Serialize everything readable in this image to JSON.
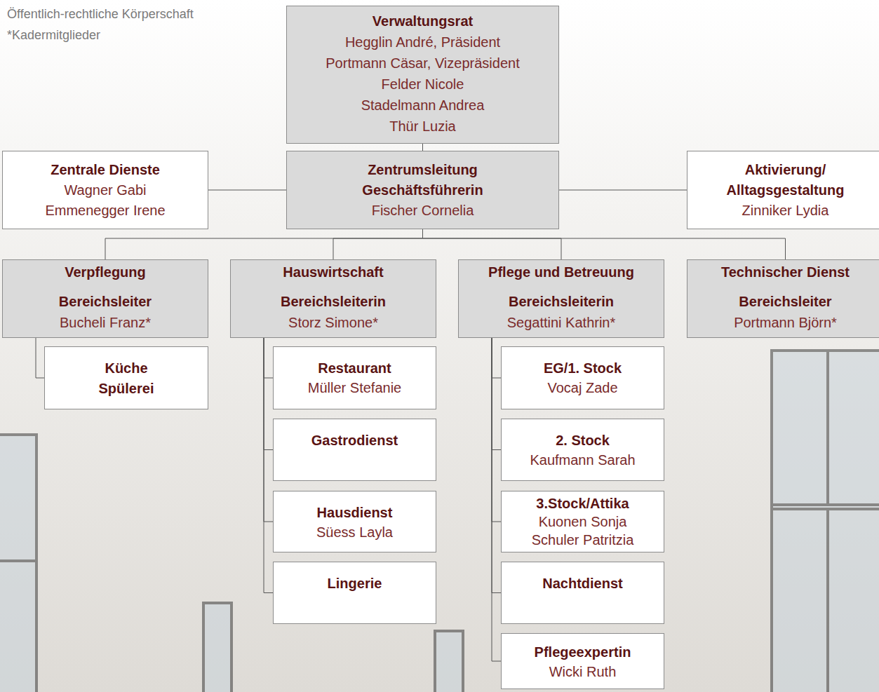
{
  "diagram": {
    "nodes": [
      {
        "text": [
          "Verwaltungsrat",
          "Hegglin André, Präsident",
          "Portmann Cäsar, Vizepräsident",
          "Felder Nicole",
          "Stadelmann Andrea",
          "Thür Luzia"
        ]
      },
      {
        "text": [
          "Zentrale Dienste",
          "Wagner Gabi",
          "Emmenegger Irene"
        ]
      },
      {
        "text": [
          "Zentrumsleitung",
          "Geschäftsführerin",
          "Fischer Cornelia"
        ]
      },
      {
        "text": [
          "Aktivierung/",
          "Alltagsgestaltung",
          "Zinniker Lydia"
        ]
      },
      {
        "text": [
          "Verpflegung",
          "Bereichsleiter",
          "Bucheli Franz*"
        ]
      },
      {
        "text": [
          "Hauswirtschaft",
          "Bereichsleiterin",
          "Storz Simone*"
        ]
      },
      {
        "text": [
          "Pflege und Betreuung",
          "Bereichsleiterin",
          "Segattini Kathrin*"
        ]
      },
      {
        "text": [
          "Technischer Dienst",
          "Bereichsleiter",
          "Portmann Björn*"
        ]
      },
      {
        "text": [
          "Küche",
          "Spülerei"
        ]
      },
      {
        "text": [
          "Restaurant",
          "Müller Stefanie"
        ]
      },
      {
        "text": [
          "Gastrodienst"
        ]
      },
      {
        "text": [
          "Hausdienst",
          "Süess Layla"
        ]
      },
      {
        "text": [
          "Lingerie"
        ]
      },
      {
        "text": [
          "EG/1. Stock",
          "Vocaj Zade"
        ]
      },
      {
        "text": [
          "2. Stock",
          "Kaufmann Sarah"
        ]
      },
      {
        "text": [
          "3.Stock/Attika",
          "Kuonen Sonja",
          "Schuler Patritzia"
        ]
      },
      {
        "text": [
          "Nachtdienst"
        ]
      },
      {
        "text": [
          "Pflegeexpertin",
          "Wicki Ruth"
        ]
      }
    ],
    "edges": [
      {
        "from": 0,
        "to": 2,
        "arrow": "none"
      },
      {
        "from": 2,
        "to": 1,
        "arrow": "none"
      },
      {
        "from": 2,
        "to": 3,
        "arrow": "none"
      },
      {
        "from": 2,
        "to": 4,
        "arrow": "none"
      },
      {
        "from": 2,
        "to": 5,
        "arrow": "none"
      },
      {
        "from": 2,
        "to": 6,
        "arrow": "none"
      },
      {
        "from": 2,
        "to": 7,
        "arrow": "none"
      },
      {
        "from": 4,
        "to": 8,
        "arrow": "none"
      },
      {
        "from": 5,
        "to": 9,
        "arrow": "none"
      },
      {
        "from": 5,
        "to": 10,
        "arrow": "none"
      },
      {
        "from": 5,
        "to": 11,
        "arrow": "none"
      },
      {
        "from": 5,
        "to": 12,
        "arrow": "none"
      },
      {
        "from": 6,
        "to": 13,
        "arrow": "none"
      },
      {
        "from": 6,
        "to": 14,
        "arrow": "none"
      },
      {
        "from": 6,
        "to": 15,
        "arrow": "none"
      },
      {
        "from": 6,
        "to": 16,
        "arrow": "none"
      },
      {
        "from": 6,
        "to": 17,
        "arrow": "none"
      }
    ],
    "labels": [
      "Öffentlich-rechtliche Körperschaft",
      "*Kadermitglieder"
    ]
  }
}
